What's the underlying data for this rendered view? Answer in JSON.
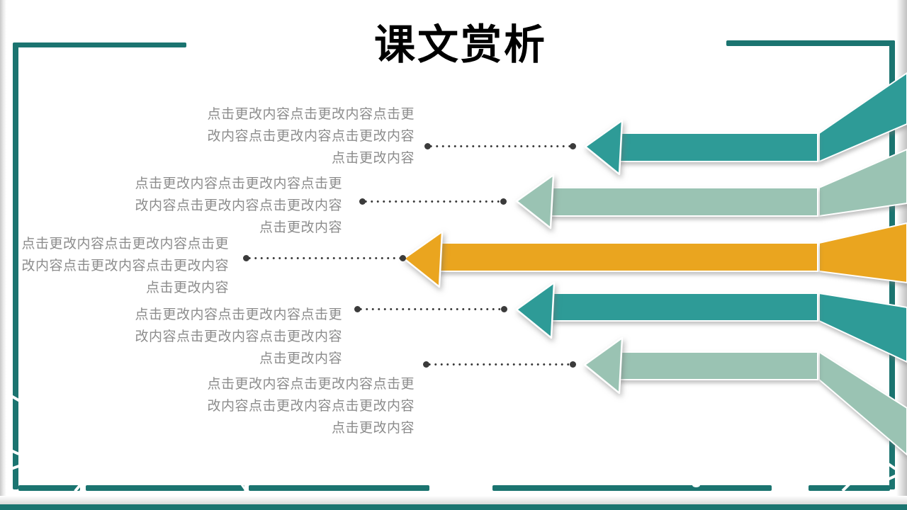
{
  "slide": {
    "title": "课文赏析"
  },
  "palette": {
    "teal_dark": "#2E9B97",
    "green_sage": "#9AC3B3",
    "orange": "#EAA51F",
    "frame": "#1B7470",
    "footer_bar": "#1B7470",
    "leader_dot": "#3B3B3B",
    "placeholder_text": "#8C8C8C"
  },
  "rows": [
    {
      "arrow_color": "#2E9B97",
      "color_name": "teal",
      "lines": [
        "点击更改内容点击更改内容点击更",
        "改内容点击更改内容点击更改内容",
        "点击更改内容"
      ]
    },
    {
      "arrow_color": "#9AC3B3",
      "color_name": "sage-green",
      "lines": [
        "点击更改内容点击更改内容点击更",
        "改内容点击更改内容点击更改内容",
        "点击更改内容"
      ]
    },
    {
      "arrow_color": "#EAA51F",
      "color_name": "orange",
      "lines": [
        "点击更改内容点击更改内容点击更",
        "改内容点击更改内容点击更改内容",
        "点击更改内容"
      ]
    },
    {
      "arrow_color": "#2E9B97",
      "color_name": "teal",
      "lines": [
        "点击更改内容点击更改内容点击更",
        "改内容点击更改内容点击更改内容",
        "点击更改内容"
      ]
    },
    {
      "arrow_color": "#9AC3B3",
      "color_name": "sage-green",
      "lines": [
        "点击更改内容点击更改内容点击更",
        "改内容点击更改内容点击更改内容",
        "点击更改内容"
      ]
    }
  ]
}
